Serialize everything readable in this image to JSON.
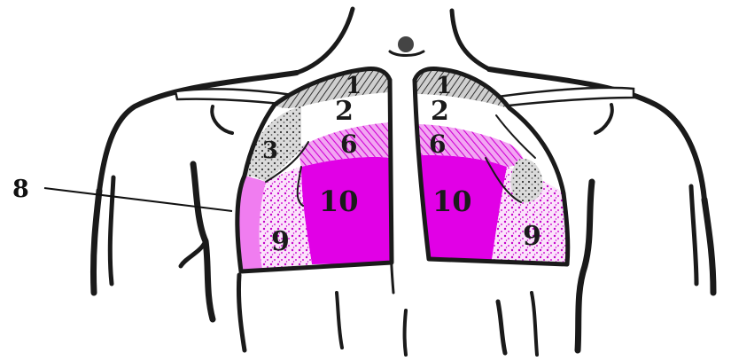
{
  "diagram": {
    "callout": {
      "label": "8"
    },
    "left_lung": {
      "segments": [
        {
          "id": "1",
          "label": "1",
          "pattern": "hatched"
        },
        {
          "id": "2",
          "label": "2",
          "pattern": "plain"
        },
        {
          "id": "3",
          "label": "3",
          "pattern": "dotted"
        },
        {
          "id": "6",
          "label": "6",
          "pattern": "magenta-hatched"
        },
        {
          "id": "8",
          "label": "",
          "pattern": "light-magenta"
        },
        {
          "id": "9",
          "label": "9",
          "pattern": "magenta-dotted"
        },
        {
          "id": "10",
          "label": "10",
          "pattern": "solid-magenta"
        }
      ]
    },
    "right_lung": {
      "segments": [
        {
          "id": "1",
          "label": "1",
          "pattern": "hatched"
        },
        {
          "id": "2",
          "label": "2",
          "pattern": "plain"
        },
        {
          "id": "6",
          "label": "6",
          "pattern": "magenta-hatched"
        },
        {
          "id": "9",
          "label": "9",
          "pattern": "magenta-dotted"
        },
        {
          "id": "10",
          "label": "10",
          "pattern": "solid-magenta"
        }
      ]
    },
    "colors": {
      "solid_magenta": "#e100e6",
      "light_magenta": "#f07df0",
      "dot_magenta": "#c400c8",
      "outline": "#1a1a1a",
      "background": "#ffffff"
    }
  }
}
